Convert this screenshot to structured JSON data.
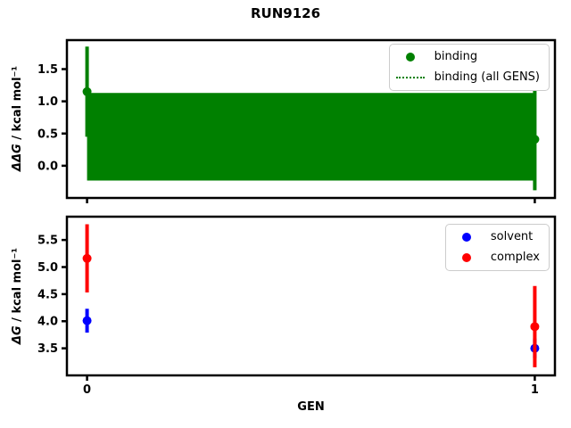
{
  "figure_title": "RUN9126",
  "colors": {
    "binding": "#008000",
    "solvent": "#0000ff",
    "complex": "#ff0000",
    "frame": "#000000",
    "legend_border": "#cccccc",
    "background": "#ffffff"
  },
  "chart_data": [
    {
      "type": "scatter",
      "subplot": "top",
      "ylabel_math": "ΔΔG",
      "ylabel_rest": " / kcal mol⁻¹",
      "xlim": [
        -0.045,
        1.045
      ],
      "ylim": [
        -0.5,
        1.95
      ],
      "yticks": [
        0.0,
        0.5,
        1.0,
        1.5
      ],
      "yticklabels": [
        "0.0",
        "0.5",
        "1.0",
        "1.5"
      ],
      "xticks": [
        0,
        1
      ],
      "xticklabels": [
        "",
        ""
      ],
      "grid": false,
      "band": {
        "name": "binding (all GENS)",
        "color": "#008000",
        "center": 0.45,
        "halfwidth": 0.68,
        "x_span": [
          0,
          1
        ],
        "linestyle": "dotted"
      },
      "series": [
        {
          "name": "binding",
          "color": "#008000",
          "marker": "circle",
          "x": [
            0,
            1
          ],
          "y": [
            1.15,
            0.41
          ],
          "yerr": [
            0.7,
            0.79
          ]
        }
      ],
      "legend_position": "upper right",
      "legend": [
        {
          "label": "binding",
          "marker": "dot",
          "color": "#008000"
        },
        {
          "label": "binding (all GENS)",
          "marker": "dotted-line",
          "color": "#008000"
        }
      ]
    },
    {
      "type": "scatter",
      "subplot": "bottom",
      "xlabel": "GEN",
      "ylabel_math": "ΔG",
      "ylabel_rest": " / kcal mol⁻¹",
      "xlim": [
        -0.045,
        1.045
      ],
      "ylim": [
        3.0,
        5.93
      ],
      "yticks": [
        3.5,
        4.0,
        4.5,
        5.0,
        5.5
      ],
      "yticklabels": [
        "3.5",
        "4.0",
        "4.5",
        "5.0",
        "5.5"
      ],
      "xticks": [
        0,
        1
      ],
      "xticklabels": [
        "0",
        "1"
      ],
      "grid": false,
      "series": [
        {
          "name": "solvent",
          "color": "#0000ff",
          "marker": "circle",
          "x": [
            0,
            1
          ],
          "y": [
            4.01,
            3.5
          ],
          "yerr": [
            0.22,
            0.18
          ]
        },
        {
          "name": "complex",
          "color": "#ff0000",
          "marker": "circle",
          "x": [
            0,
            1
          ],
          "y": [
            5.16,
            3.9
          ],
          "yerr": [
            0.63,
            0.75
          ]
        }
      ],
      "legend_position": "upper right",
      "legend": [
        {
          "label": "solvent",
          "marker": "dot",
          "color": "#0000ff"
        },
        {
          "label": "complex",
          "marker": "dot",
          "color": "#ff0000"
        }
      ]
    }
  ]
}
